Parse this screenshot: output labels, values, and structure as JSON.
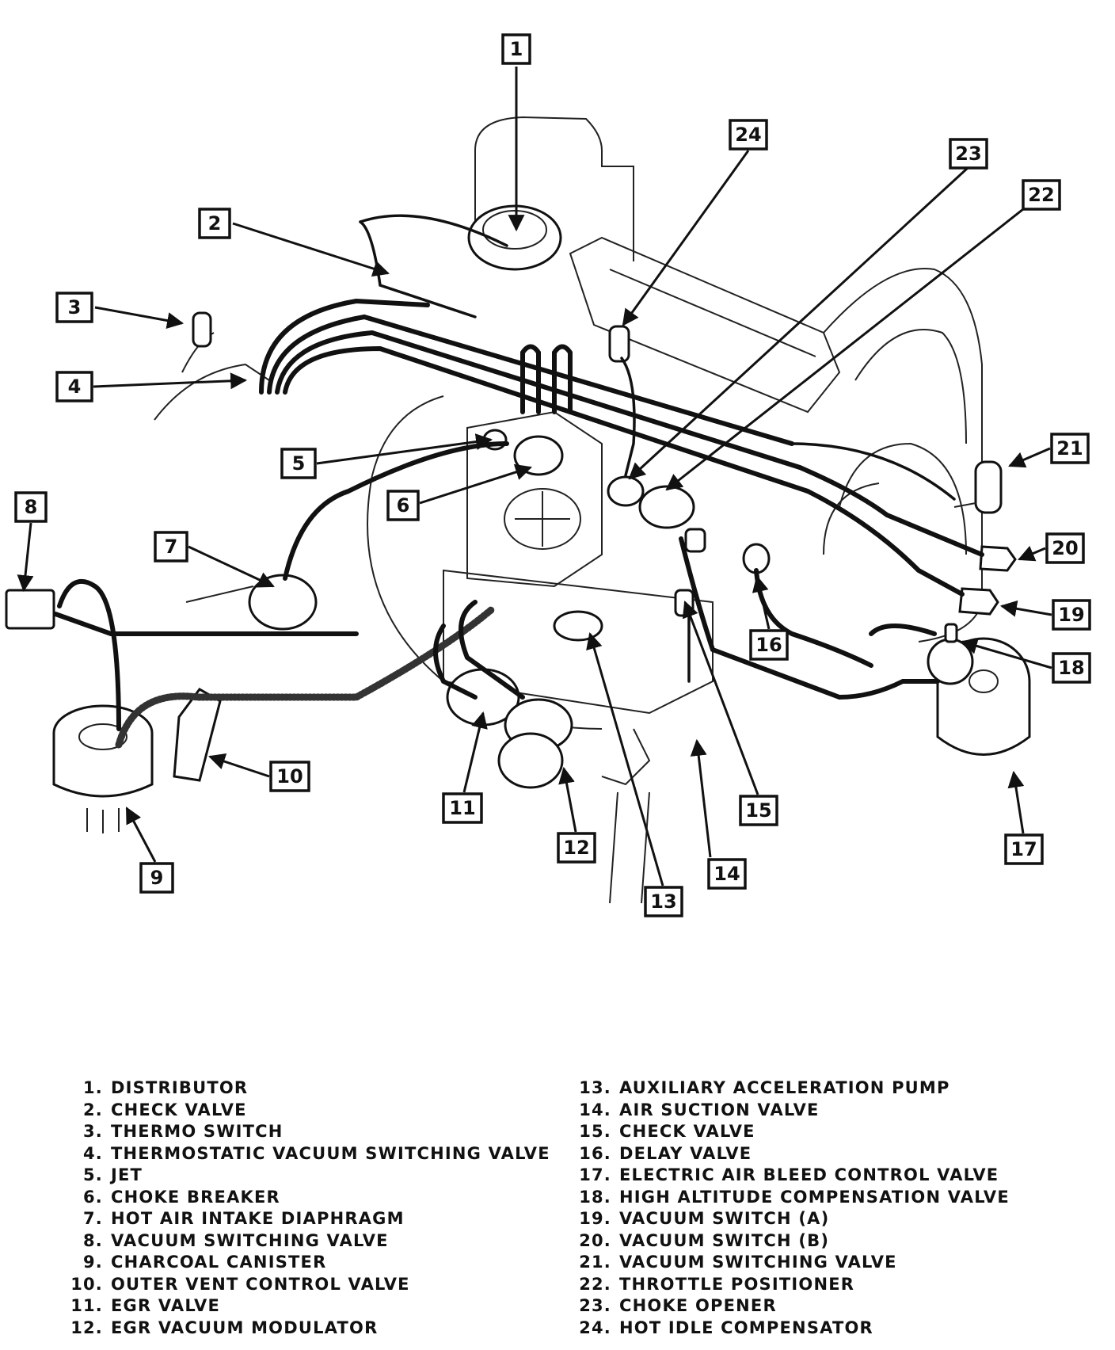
{
  "callouts": [
    "1",
    "2",
    "3",
    "4",
    "5",
    "6",
    "7",
    "8",
    "9",
    "10",
    "11",
    "12",
    "13",
    "14",
    "15",
    "16",
    "17",
    "18",
    "19",
    "20",
    "21",
    "22",
    "23",
    "24"
  ],
  "legend_left": [
    {
      "num": "1.",
      "label": "DISTRIBUTOR"
    },
    {
      "num": "2.",
      "label": "CHECK VALVE"
    },
    {
      "num": "3.",
      "label": "THERMO SWITCH"
    },
    {
      "num": "4.",
      "label": "THERMOSTATIC VACUUM SWITCHING VALVE"
    },
    {
      "num": "5.",
      "label": "JET"
    },
    {
      "num": "6.",
      "label": "CHOKE BREAKER"
    },
    {
      "num": "7.",
      "label": "HOT AIR INTAKE DIAPHRAGM"
    },
    {
      "num": "8.",
      "label": "VACUUM SWITCHING VALVE"
    },
    {
      "num": "9.",
      "label": "CHARCOAL CANISTER"
    },
    {
      "num": "10.",
      "label": "OUTER VENT CONTROL VALVE"
    },
    {
      "num": "11.",
      "label": "EGR VALVE"
    },
    {
      "num": "12.",
      "label": "EGR VACUUM MODULATOR"
    }
  ],
  "legend_right": [
    {
      "num": "13.",
      "label": "AUXILIARY ACCELERATION PUMP"
    },
    {
      "num": "14.",
      "label": "AIR SUCTION VALVE"
    },
    {
      "num": "15.",
      "label": "CHECK VALVE"
    },
    {
      "num": "16.",
      "label": "DELAY VALVE"
    },
    {
      "num": "17.",
      "label": "ELECTRIC AIR BLEED CONTROL VALVE"
    },
    {
      "num": "18.",
      "label": "HIGH ALTITUDE COMPENSATION VALVE"
    },
    {
      "num": "19.",
      "label": "VACUUM SWITCH (A)"
    },
    {
      "num": "20.",
      "label": "VACUUM SWITCH (B)"
    },
    {
      "num": "21.",
      "label": "VACUUM SWITCHING VALVE"
    },
    {
      "num": "22.",
      "label": "THROTTLE POSITIONER"
    },
    {
      "num": "23.",
      "label": "CHOKE OPENER"
    },
    {
      "num": "24.",
      "label": "HOT IDLE COMPENSATOR"
    }
  ]
}
